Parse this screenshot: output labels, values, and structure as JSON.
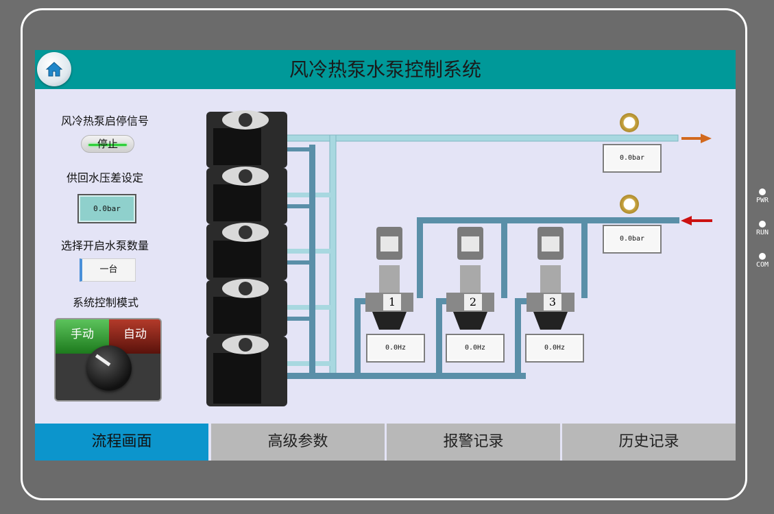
{
  "header": {
    "title": "风冷热泵水泵控制系统"
  },
  "left_panel": {
    "heatpump_signal_label": "风冷热泵启停信号",
    "heatpump_signal_value": "停止",
    "pressure_diff_label": "供回水压差设定",
    "pressure_diff_value": "0.0bar",
    "pump_count_label": "选择开启水泵数量",
    "pump_count_value": "一台",
    "control_mode_label": "系统控制模式",
    "mode_manual": "手动",
    "mode_auto": "自动"
  },
  "pressures": {
    "supply": "0.0bar",
    "return": "0.0bar"
  },
  "pumps": [
    {
      "number": "1",
      "frequency": "0.0Hz"
    },
    {
      "number": "2",
      "frequency": "0.0Hz"
    },
    {
      "number": "3",
      "frequency": "0.0Hz"
    }
  ],
  "tabs": [
    {
      "label": "流程画面",
      "active": true
    },
    {
      "label": "高级参数",
      "active": false
    },
    {
      "label": "报警记录",
      "active": false
    },
    {
      "label": "历史记录",
      "active": false
    }
  ],
  "indicators": [
    "PWR",
    "RUN",
    "COM"
  ],
  "colors": {
    "header": "#009999",
    "active_tab": "#0c95cc",
    "supply_pipe": "#a8d8e0",
    "return_pipe": "#5a8fa8",
    "supply_arrow": "#d2691e",
    "return_arrow": "#cc1111"
  }
}
